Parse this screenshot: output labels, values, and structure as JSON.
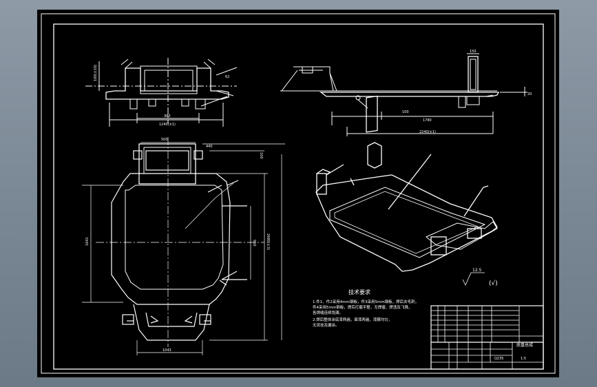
{
  "colors": {
    "background": "#7b8895",
    "sheet": "#000000",
    "line": "#ffffff"
  },
  "front_view": {
    "dims": {
      "d380": "380",
      "d1240": "1240(±1)",
      "d62": "62",
      "d100": "100(±10)"
    }
  },
  "plan_view": {
    "dims": {
      "d500": "500",
      "d440": "440",
      "d100": "100",
      "d1641": "1641",
      "d960": "960",
      "d2680": "2680(±3)",
      "d1043": "1043"
    }
  },
  "side_view": {
    "dims": {
      "d150": "150",
      "d100": "100",
      "d1780": "1780",
      "d2240": "2240(±1)",
      "d20": "20"
    }
  },
  "tech_requirements": {
    "title": "技术要求",
    "lines": [
      "1.件1、件2采用4mm钢板，件3采用5mm钢板，焊后去毛刺，",
      "  件4采用5mm钢板，焊后打磨平整，无焊瘤、焊渣及飞溅，",
      "  各焊缝连续饱满。",
      "2.焊后整体涂底漆两遍，面漆两遍，漆膜均匀，",
      "  无流挂及漏涂。"
    ]
  },
  "roughness": {
    "value": "12.5",
    "other": "(√)"
  },
  "title_block": {
    "part_name": "底盘总成",
    "scale": "1:5",
    "material": "Q235"
  }
}
